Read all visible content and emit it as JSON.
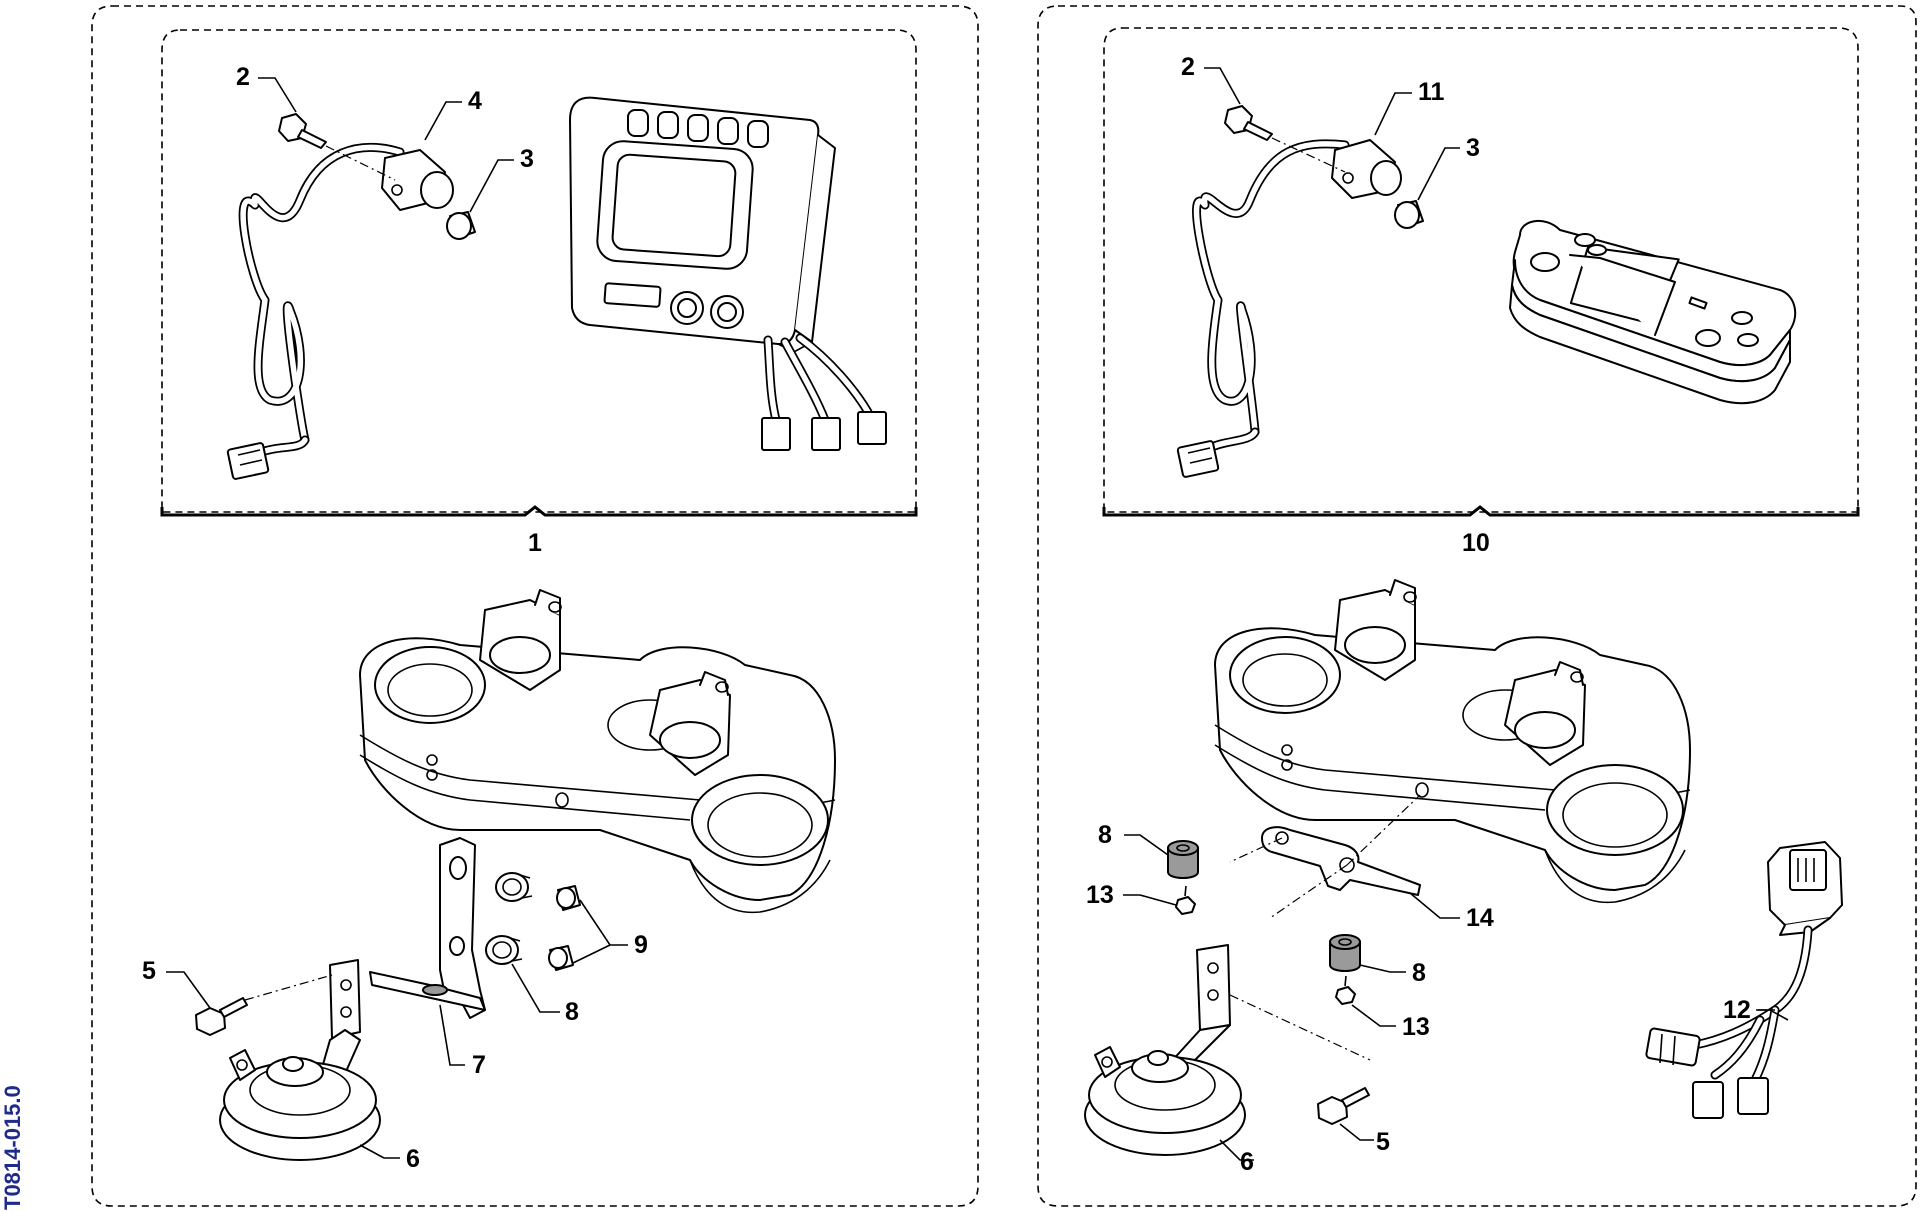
{
  "document_code": "T0814-015.0",
  "left_panel": {
    "assembly_number": "1",
    "callouts": [
      "2",
      "4",
      "3",
      "5",
      "9",
      "8",
      "7",
      "6"
    ]
  },
  "right_panel": {
    "assembly_number": "10",
    "callouts": [
      "2",
      "11",
      "3",
      "8",
      "13",
      "14",
      "8",
      "13",
      "12",
      "6",
      "5"
    ]
  }
}
